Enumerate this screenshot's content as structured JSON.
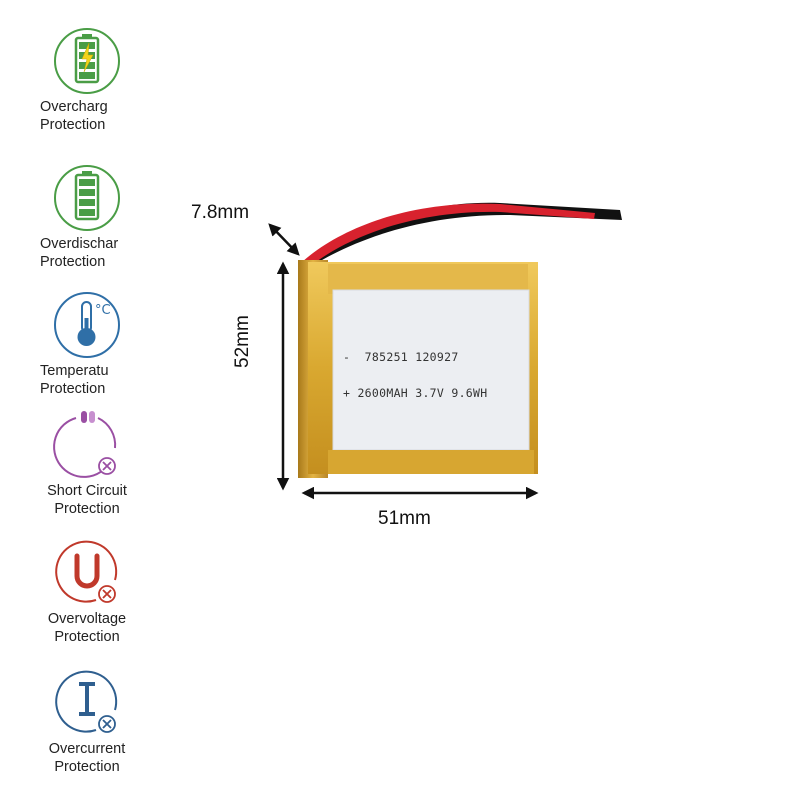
{
  "features": [
    {
      "icon": "battery-charge-icon",
      "label": "Overcharg\nProtection",
      "color": "#4a9d46"
    },
    {
      "icon": "battery-full-icon",
      "label": "Overdischar\nProtection",
      "color": "#4a9d46"
    },
    {
      "icon": "thermometer-icon",
      "label": "Temperatu\nProtection",
      "color": "#2f6fa7"
    },
    {
      "icon": "short-circuit-icon",
      "label": "Short Circuit\nProtection",
      "color": "#9a4fa3"
    },
    {
      "icon": "overvoltage-icon",
      "label": "Overvoltage\nProtection",
      "color": "#c0392b"
    },
    {
      "icon": "overcurrent-icon",
      "label": "Overcurrent\nProtection",
      "color": "#2f5f8f"
    }
  ],
  "product": {
    "thickness": "7.8mm",
    "height": "52mm",
    "width": "51mm",
    "label_line1": "-  785251 120927",
    "label_line2": "+ 2600MAH 3.7V 9.6WH",
    "colors": {
      "wrap": "#d9a830",
      "label": "#eceef2",
      "wire_red": "#d8222e",
      "wire_black": "#111111"
    }
  }
}
